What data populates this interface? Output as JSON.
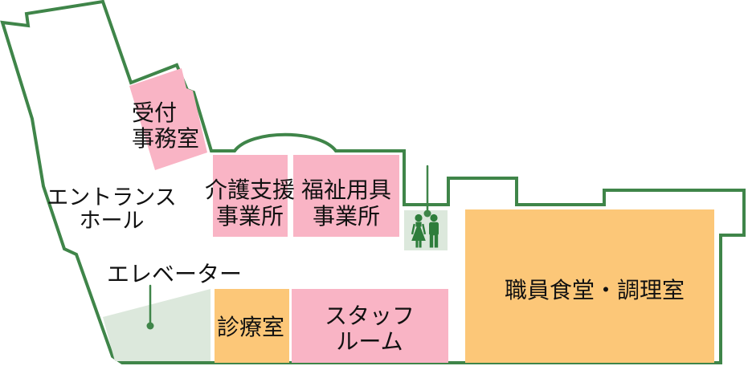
{
  "floor_plan": {
    "rooms": {
      "reception": {
        "lines": [
          "受付",
          "事務室"
        ]
      },
      "care_support": {
        "lines": [
          "介護支援",
          "事業所"
        ]
      },
      "welfare_equipment": {
        "lines": [
          "福祉用具",
          "事業所"
        ]
      },
      "clinic": {
        "lines": [
          "診療室"
        ]
      },
      "staff_room": {
        "lines": [
          "スタッフ",
          "ルーム"
        ]
      },
      "cafeteria": {
        "lines": [
          "職員食堂・調理室"
        ]
      }
    },
    "areas": {
      "entrance_hall": {
        "lines": [
          "エントランス",
          "ホール"
        ]
      },
      "elevator": {
        "label": "エレベーター"
      },
      "restroom": {
        "icon": "restroom-icon"
      }
    },
    "colors": {
      "wall": "#3f8549",
      "pink_room": "#f9b4c5",
      "orange_room": "#fcc778",
      "light_green_area": "#dce8dc",
      "pictogram_green": "#2e7d3b",
      "pointer_line": "#3f8549",
      "text": "#111111",
      "floor": "#ffffff"
    }
  }
}
